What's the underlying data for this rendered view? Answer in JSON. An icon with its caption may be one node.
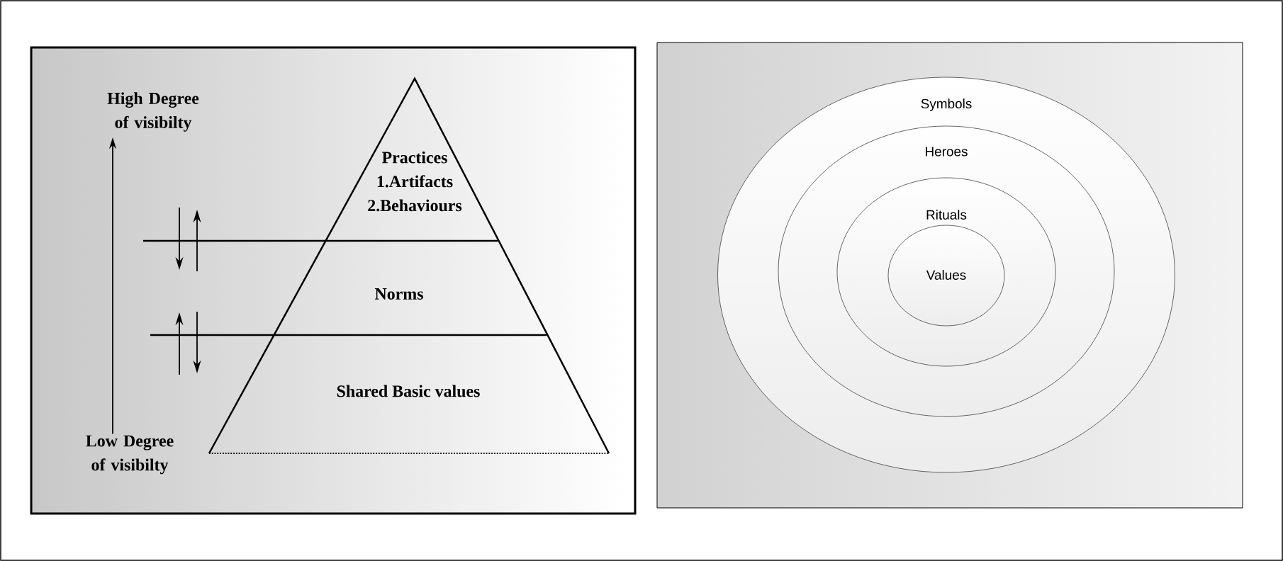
{
  "diagram": {
    "nodes": [
      {
        "text": [
          "High Degree of visibilty"
        ]
      },
      {
        "text": [
          "Low Degree of visibilty"
        ]
      },
      {
        "text": [
          "Practices",
          "1.Artifacts",
          "2.Behaviours"
        ]
      },
      {
        "text": [
          "Norms"
        ]
      },
      {
        "text": [
          "Shared Basic values"
        ]
      },
      {
        "text": [
          "Symbols"
        ]
      },
      {
        "text": [
          "Heroes"
        ],
        "in": 5
      },
      {
        "text": [
          "Rituals"
        ],
        "in": 6
      },
      {
        "text": [
          "Values"
        ],
        "in": 7
      }
    ],
    "edges": [
      {
        "from": 1,
        "to": 0,
        "arrow": "to"
      }
    ]
  }
}
